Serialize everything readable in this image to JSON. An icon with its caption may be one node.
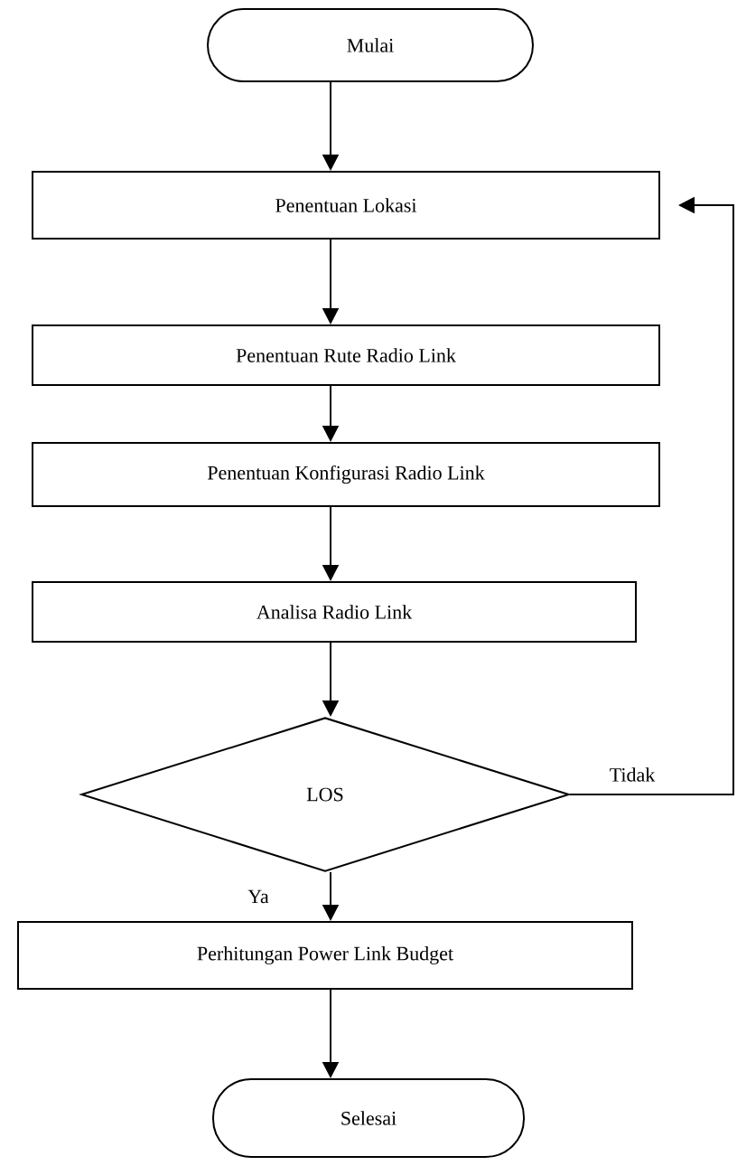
{
  "diagram": {
    "nodes": [
      {
        "text": [
          "Mulai"
        ]
      },
      {
        "text": [
          "Penentuan Lokasi"
        ]
      },
      {
        "text": [
          "Penentuan Rute Radio Link"
        ]
      },
      {
        "text": [
          "Penentuan Konfigurasi Radio Link"
        ]
      },
      {
        "text": [
          "Analisa Radio Link"
        ]
      },
      {
        "text": [
          "LOS"
        ]
      },
      {
        "text": [
          "Perhitungan Power Link Budget"
        ]
      },
      {
        "text": [
          "Selesai"
        ]
      }
    ],
    "edges": [
      {
        "from": 0,
        "to": 1,
        "arrow": "to"
      },
      {
        "from": 1,
        "to": 2,
        "arrow": "to"
      },
      {
        "from": 2,
        "to": 3,
        "arrow": "to"
      },
      {
        "from": 3,
        "to": 4,
        "arrow": "to"
      },
      {
        "from": 4,
        "to": 5,
        "arrow": "to"
      },
      {
        "from": 5,
        "to": 6,
        "arrow": "to",
        "label": "Ya"
      },
      {
        "from": 6,
        "to": 7,
        "arrow": "to"
      },
      {
        "from": 5,
        "to": 1,
        "arrow": "to",
        "label": "Tidak"
      }
    ]
  }
}
